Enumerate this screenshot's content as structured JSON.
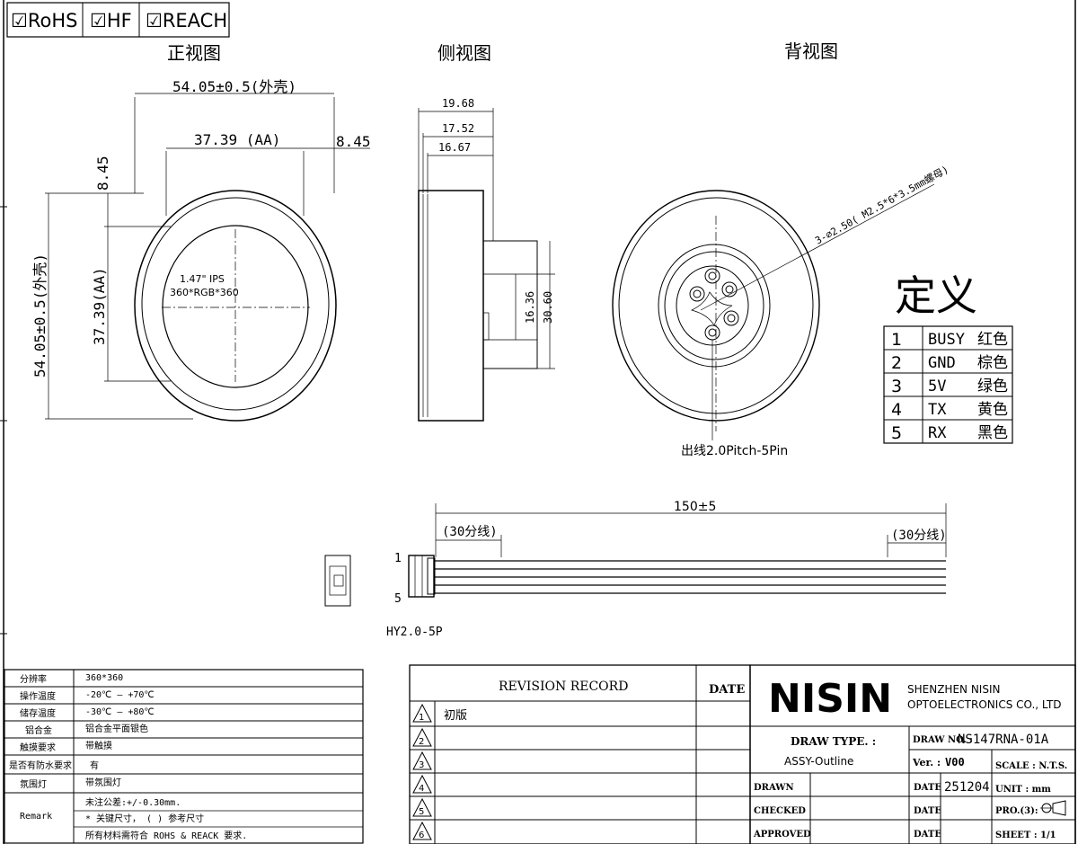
{
  "compliance": [
    "☑RoHS",
    "☑HF",
    "☑REACH"
  ],
  "views": {
    "front": "正视图",
    "side": "侧视图",
    "back": "背视图"
  },
  "front_dims": {
    "outer_w": "54.05±0.5(外壳)",
    "aa_w": "37.39 (AA)",
    "gap_r": "8.45",
    "gap_t": "8.45",
    "outer_h": "54.05±0.5(外壳)",
    "aa_h": "37.39(AA)",
    "display_line1": "1.47\" IPS",
    "display_line2": "360*RGB*360"
  },
  "side_dims": {
    "d1": "19.68",
    "d2": "17.52",
    "d3": "16.67",
    "h1": "16.36",
    "h2": "30.60"
  },
  "back_dims": {
    "hole": "3-⌀2.50( M2.5*6*3.5mm螺母)",
    "cable_out": "出线2.0Pitch-5Pin"
  },
  "definition": {
    "title": "定义",
    "rows": [
      {
        "pin": "1",
        "signal": "BUSY",
        "color": "红色"
      },
      {
        "pin": "2",
        "signal": "GND",
        "color": "棕色"
      },
      {
        "pin": "3",
        "signal": "5V",
        "color": "绿色"
      },
      {
        "pin": "4",
        "signal": "TX",
        "color": "黄色"
      },
      {
        "pin": "5",
        "signal": "RX",
        "color": "黑色"
      }
    ]
  },
  "cable": {
    "length": "150±5",
    "left_note": "(30分线)",
    "right_note": "(30分线)",
    "pin_first": "1",
    "pin_last": "5",
    "connector": "HY2.0-5P"
  },
  "specs": [
    {
      "label": "分辨率",
      "value": "360*360"
    },
    {
      "label": "操作温度",
      "value": "-20℃ — +70℃"
    },
    {
      "label": "储存温度",
      "value": "-30℃ — +80℃"
    },
    {
      "label": "铝合金",
      "value": "铝合金平面银色"
    },
    {
      "label": "触摸要求",
      "value": "带触摸"
    },
    {
      "label": "是否有防水要求",
      "value": "有"
    },
    {
      "label": "氛围灯",
      "value": "带氛围灯"
    }
  ],
  "remark": {
    "label": "Remark",
    "lines": [
      "未注公差:+/-0.30mm.",
      "* 关键尺寸， ( ) 参考尺寸",
      "所有材料需符合 ROHS & REACK 要求."
    ]
  },
  "revision": {
    "header": "REVISION RECORD",
    "date_header": "DATE",
    "rows": [
      "1",
      "2",
      "3",
      "4",
      "5",
      "6"
    ],
    "first_entry": "初版"
  },
  "titleblock": {
    "logo": "NISIN",
    "company_line1": "SHENZHEN NISIN",
    "company_line2": "OPTOELECTRONICS CO., LTD",
    "draw_type_label": "DRAW TYPE. :",
    "draw_type": "ASSY-Outline",
    "draw_no_label": "DRAW NO. :",
    "draw_no": "NS147RNA-01A",
    "ver_label": "Ver. :",
    "ver": "V00",
    "scale_label": "SCALE : N.T.S.",
    "date_label": "DATE",
    "date": "251204",
    "unit_label": "UNIT : mm",
    "pro_label": "PRO.(3):",
    "drawn": "DRAWN",
    "checked": "CHECKED",
    "approved": "APPROVED",
    "sheet": "SHEET : 1/1"
  }
}
